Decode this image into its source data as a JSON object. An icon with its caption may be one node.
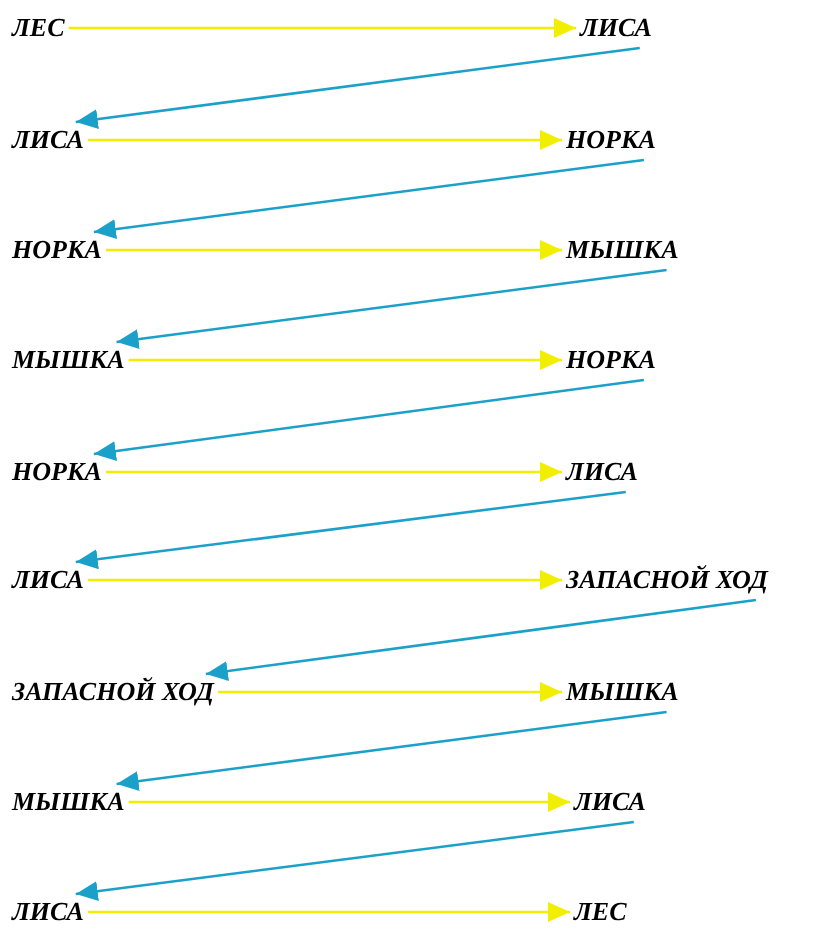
{
  "diagram": {
    "nodes": [
      {
        "text": [
          "ЛЕС"
        ]
      },
      {
        "text": [
          "ЛИСА"
        ]
      },
      {
        "text": [
          "ЛИСА"
        ]
      },
      {
        "text": [
          "НОРКА"
        ]
      },
      {
        "text": [
          "НОРКА"
        ]
      },
      {
        "text": [
          "МЫШКА"
        ]
      },
      {
        "text": [
          "МЫШКА"
        ]
      },
      {
        "text": [
          "НОРКА"
        ]
      },
      {
        "text": [
          "НОРКА"
        ]
      },
      {
        "text": [
          "ЛИСА"
        ]
      },
      {
        "text": [
          "ЛИСА"
        ]
      },
      {
        "text": [
          "ЗАПАСНОЙ ХОД"
        ]
      },
      {
        "text": [
          "ЗАПАСНОЙ ХОД"
        ]
      },
      {
        "text": [
          "МЫШКА"
        ]
      },
      {
        "text": [
          "МЫШКА"
        ]
      },
      {
        "text": [
          "ЛИСА"
        ]
      },
      {
        "text": [
          "ЛИСА"
        ]
      },
      {
        "text": [
          "ЛЕС"
        ]
      }
    ],
    "edges": [
      {
        "from": 0,
        "to": 1,
        "arrow": "to"
      },
      {
        "from": 1,
        "to": 2,
        "arrow": "to",
        "color": "#1ba1c9"
      },
      {
        "from": 2,
        "to": 3,
        "arrow": "to"
      },
      {
        "from": 3,
        "to": 4,
        "arrow": "to",
        "color": "#1ba1c9"
      },
      {
        "from": 4,
        "to": 5,
        "arrow": "to"
      },
      {
        "from": 5,
        "to": 6,
        "arrow": "to",
        "color": "#1ba1c9"
      },
      {
        "from": 6,
        "to": 7,
        "arrow": "to"
      },
      {
        "from": 7,
        "to": 8,
        "arrow": "to",
        "color": "#1ba1c9"
      },
      {
        "from": 8,
        "to": 9,
        "arrow": "to"
      },
      {
        "from": 9,
        "to": 10,
        "arrow": "to",
        "color": "#1ba1c9"
      },
      {
        "from": 10,
        "to": 11,
        "arrow": "to"
      },
      {
        "from": 11,
        "to": 12,
        "arrow": "to",
        "color": "#1ba1c9"
      },
      {
        "from": 12,
        "to": 13,
        "arrow": "to"
      },
      {
        "from": 13,
        "to": 14,
        "arrow": "to",
        "color": "#1ba1c9"
      },
      {
        "from": 14,
        "to": 15,
        "arrow": "to"
      },
      {
        "from": 15,
        "to": 16,
        "arrow": "to",
        "color": "#1ba1c9"
      },
      {
        "from": 16,
        "to": 17,
        "arrow": "to"
      }
    ]
  }
}
